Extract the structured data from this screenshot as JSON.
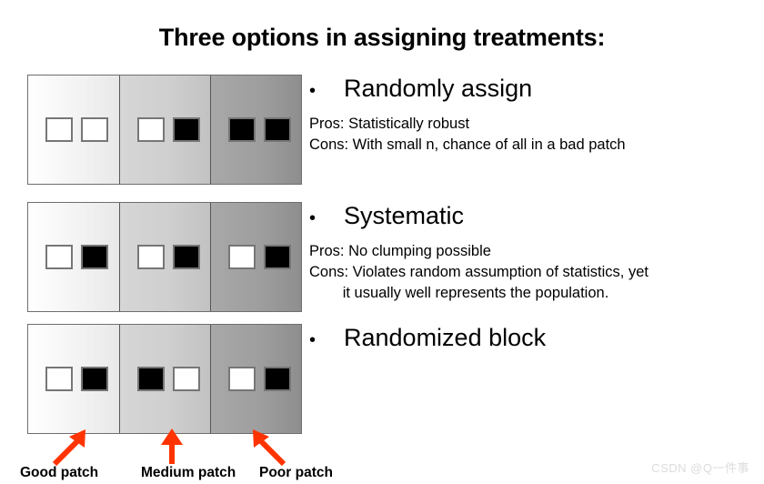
{
  "slide": {
    "title": "Three options in assigning treatments:",
    "bullet_glyph": "•"
  },
  "options": [
    {
      "title": "Randomly assign",
      "detail": "Pros: Statistically robust\nCons: With small n, chance of all in a bad patch",
      "plots": [
        [
          "white",
          "white"
        ],
        [
          "white",
          "black"
        ],
        [
          "black",
          "black"
        ]
      ]
    },
    {
      "title": "Systematic",
      "detail": "Pros: No clumping possible\nCons: Violates random assumption of statistics, yet\n        it usually well represents the population.",
      "plots": [
        [
          "white",
          "black"
        ],
        [
          "white",
          "black"
        ],
        [
          "white",
          "black"
        ]
      ]
    },
    {
      "title": "Randomized block",
      "detail": "",
      "plots": [
        [
          "white",
          "black"
        ],
        [
          "black",
          "white"
        ],
        [
          "white",
          "black"
        ]
      ]
    }
  ],
  "patches": [
    {
      "name": "good",
      "label": "Good patch"
    },
    {
      "name": "medium",
      "label": "Medium patch"
    },
    {
      "name": "poor",
      "label": "Poor patch"
    }
  ],
  "colors": {
    "arrow": "#FF3300",
    "text": "#000000",
    "background": "#FFFFFF",
    "panel_good": "#F4F4F4",
    "panel_medium": "#CBCBCB",
    "panel_poor": "#9B9B9B",
    "watermark": "#DCDCDC"
  },
  "watermark": "CSDN @Q一件事"
}
